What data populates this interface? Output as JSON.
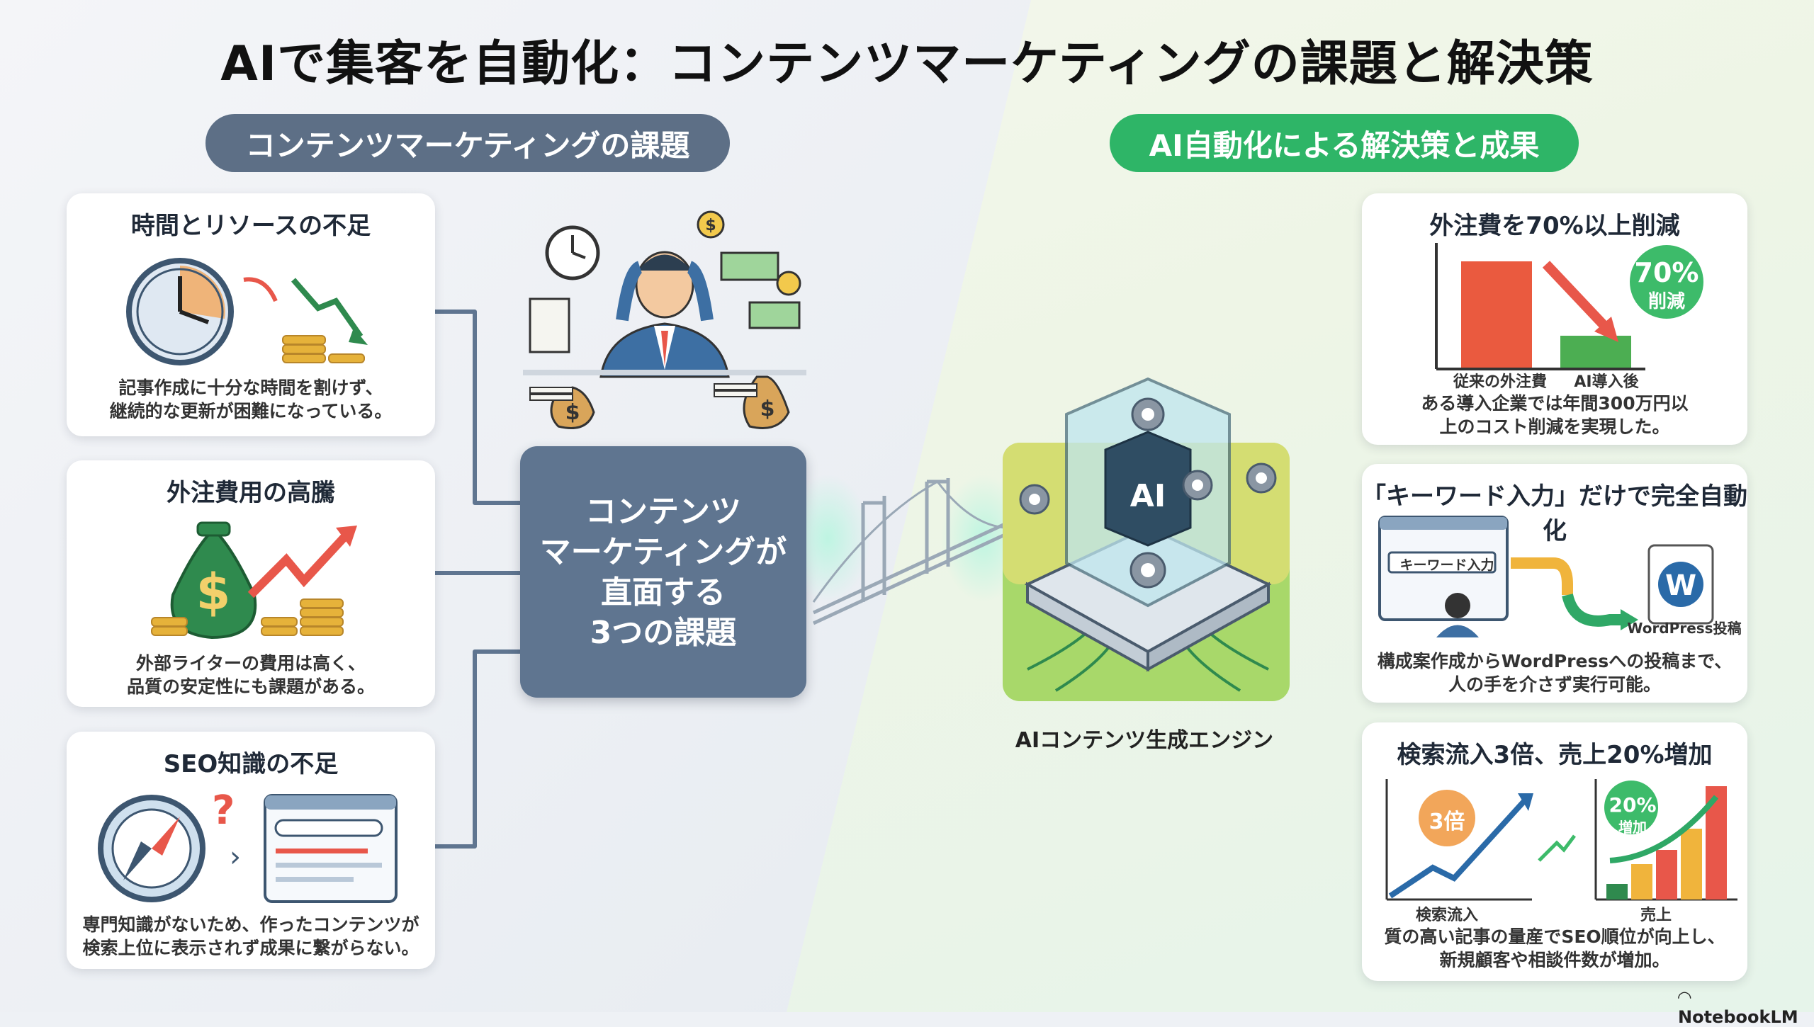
{
  "title": "AIで集客を自動化：コンテンツマーケティングの課題と解決策",
  "left_header": "コンテンツマーケティングの課題",
  "right_header": "AI自動化による解決策と成果",
  "center_label": "コンテンツ\nマーケティングが\n直面する\n3つの課題",
  "engine": {
    "icon_text": "AI",
    "label": "AIコンテンツ生成エンジン"
  },
  "problems": [
    {
      "title": "時間とリソースの不足",
      "desc_line1": "記事作成に十分な時間を割けず、",
      "desc_line2": "継続的な更新が困難になっている。"
    },
    {
      "title": "外注費用の高騰",
      "desc_line1": "外部ライターの費用は高く、",
      "desc_line2": "品質の安定性にも課題がある。"
    },
    {
      "title": "SEO知識の不足",
      "desc_line1": "専門知識がないため、作ったコンテンツが",
      "desc_line2": "検索上位に表示されず成果に繋がらない。"
    }
  ],
  "solutions": [
    {
      "title": "外注費を70%以上削減",
      "badge_pct": "70%",
      "badge_word": "削減",
      "bar_before_label": "従来の外注費",
      "bar_after_label": "AI導入後",
      "bar_before": 100,
      "bar_after": 30,
      "desc_line1": "ある導入企業では年間300万円以",
      "desc_line2": "上のコスト削減を実現した。"
    },
    {
      "title": "「キーワード入力」だけで完全自動化",
      "input_label": "キーワード入力",
      "wp_label": "WordPress投稿",
      "desc_line1": "構成案作成からWordPressへの投稿まで、",
      "desc_line2": "人の手を介さず実行可能。"
    },
    {
      "title": "検索流入3倍、売上20%増加",
      "badge_traffic": "3倍",
      "badge_sales_pct": "20%",
      "badge_sales_word": "増加",
      "traffic_label": "検索流入",
      "sales_label": "売上",
      "desc_line1": "質の高い記事の量産でSEO順位が向上し、",
      "desc_line2": "新規顧客や相談件数が増加。"
    }
  ],
  "brand": "NotebookLM",
  "colors": {
    "slate": "#5f7590",
    "green": "#2eb567",
    "red": "#e8574a",
    "gold": "#e6b23a",
    "money_green": "#2f8a4e"
  }
}
